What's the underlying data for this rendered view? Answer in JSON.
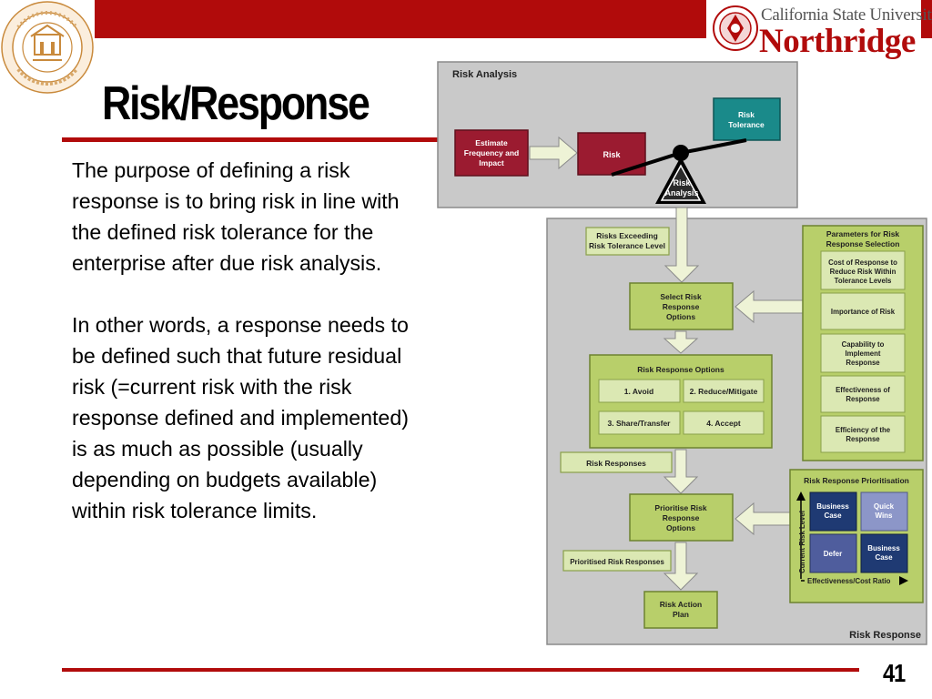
{
  "slide": {
    "title": "Risk/Response",
    "page_number": "41",
    "paragraphs": [
      "The purpose of defining a risk response is to bring risk in line with the defined risk tolerance for the enterprise after due risk analysis.",
      "In other words, a response needs to be defined such that future residual risk (=current risk with the risk response defined and implemented) is as much as  possible (usually depending on budgets available) within risk tolerance limits."
    ]
  },
  "logos": {
    "csun_line1": "California State University",
    "csun_line2": "Northridge"
  },
  "colors": {
    "accent_red": "#b10b0b",
    "maroon_box": "#9b1b30",
    "teal_box": "#1a8a8a",
    "green_box": "#b8cf6a",
    "green_light": "#dbe8b3",
    "navy_box": "#1f3a73",
    "periwinkle_box": "#8c96c8",
    "panel_gray": "#c9c9c9"
  },
  "diagram": {
    "risk_analysis": {
      "panel_title": "Risk Analysis",
      "estimate": [
        "Estimate",
        "Frequency and",
        "Impact"
      ],
      "risk": "Risk",
      "risk_tolerance": [
        "Risk",
        "Tolerance"
      ],
      "fulcrum": [
        "Risk",
        "Analysis"
      ]
    },
    "risk_response": {
      "panel_title": "Risk Response",
      "risks_exceeding": [
        "Risks Exceeding",
        "Risk Tolerance Level"
      ],
      "select_options": [
        "Select Risk",
        "Response",
        "Options"
      ],
      "options_title": "Risk Response Options",
      "options": [
        "1. Avoid",
        "2. Reduce/Mitigate",
        "3. Share/Transfer",
        "4. Accept"
      ],
      "risk_responses": "Risk Responses",
      "prioritise_options": [
        "Prioritise Risk",
        "Response",
        "Options"
      ],
      "prioritised_responses": "Prioritised Risk Responses",
      "action_plan": [
        "Risk Action",
        "Plan"
      ],
      "parameters": {
        "title": [
          "Parameters for Risk",
          "Response Selection"
        ],
        "items": [
          [
            "Cost of Response to",
            "Reduce Risk Within",
            "Tolerance Levels"
          ],
          [
            "Importance of Risk"
          ],
          [
            "Capability to",
            "Implement",
            "Response"
          ],
          [
            "Effectiveness of",
            "Response"
          ],
          [
            "Efficiency of the",
            "Response"
          ]
        ]
      },
      "prioritisation": {
        "title": "Risk Response Prioritisation",
        "y_axis": "Current Risk Level",
        "x_axis": "Effectiveness/Cost Ratio",
        "quadrants": [
          [
            "Business",
            "Case"
          ],
          [
            "Quick",
            "Wins"
          ],
          [
            "Defer"
          ],
          [
            "Business",
            "Case"
          ]
        ]
      }
    }
  }
}
